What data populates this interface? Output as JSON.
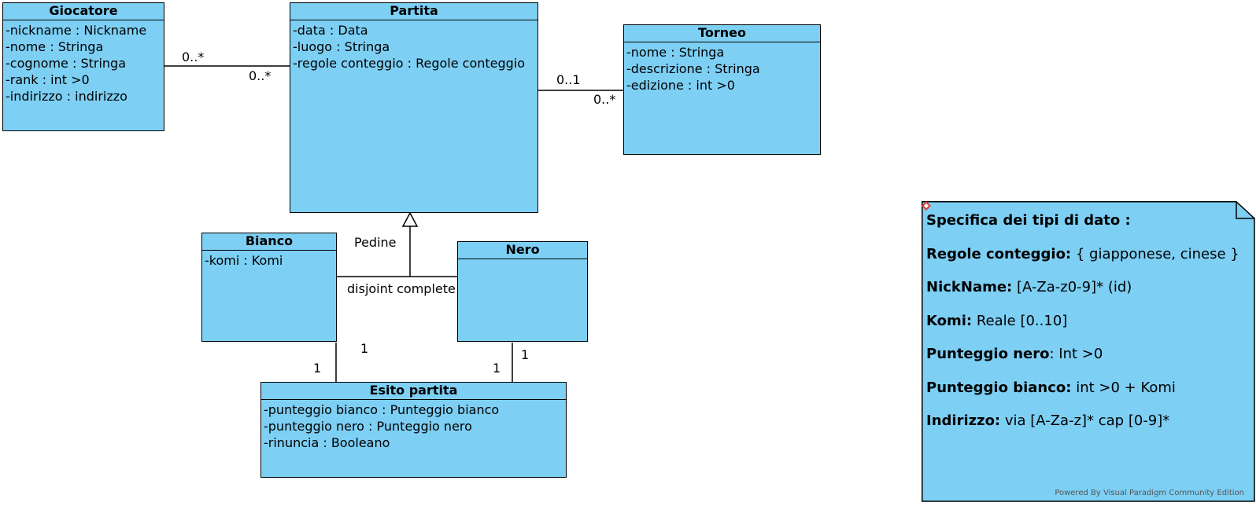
{
  "classes": {
    "giocatore": {
      "name": "Giocatore",
      "attributes": [
        "-nickname : Nickname",
        "-nome : Stringa",
        "-cognome : Stringa",
        "-rank : int >0",
        "-indirizzo : indirizzo"
      ]
    },
    "partita": {
      "name": "Partita",
      "attributes": [
        "-data : Data",
        "-luogo : Stringa",
        "-regole conteggio : Regole conteggio"
      ]
    },
    "torneo": {
      "name": "Torneo",
      "attributes": [
        "-nome : Stringa",
        "-descrizione : Stringa",
        "-edizione : int >0"
      ]
    },
    "bianco": {
      "name": "Bianco",
      "attributes": [
        "-komi : Komi"
      ]
    },
    "nero": {
      "name": "Nero",
      "attributes": []
    },
    "esito": {
      "name": "Esito partita",
      "attributes": [
        "-punteggio bianco : Punteggio bianco",
        "-punteggio nero : Punteggio nero",
        "-rinuncia : Booleano"
      ]
    }
  },
  "multiplicities": {
    "giocatore_end": "0..*",
    "partita_giocatore_end": "0..*",
    "partita_torneo_end": "0..1",
    "torneo_end": "0..*",
    "bianco_end": "1",
    "esito_bianco_end": "1",
    "nero_end": "1",
    "esito_nero_end": "1"
  },
  "generalization": {
    "role": "Pedine",
    "constraint": "disjoint complete"
  },
  "note": {
    "title": "Specifica dei tipi di dato :",
    "entries": [
      {
        "key": "Regole conteggio:",
        "value": " { giapponese, cinese }"
      },
      {
        "key": "NickName:",
        "value": " [A-Za-z0-9]* (id)"
      },
      {
        "key": "Komi:",
        "value": " Reale [0..10]"
      },
      {
        "key": "Punteggio nero",
        "value": ": Int >0"
      },
      {
        "key": "Punteggio bianco:",
        "value": " int >0 + Komi"
      },
      {
        "key": "Indirizzo:",
        "value": " via [A-Za-z]* cap [0-9]*"
      }
    ]
  },
  "watermark": "Powered By Visual Paradigm Community Edition",
  "colors": {
    "class_fill": "#7dcff4",
    "line": "#000000",
    "watermark_icon": "#e0403a"
  }
}
